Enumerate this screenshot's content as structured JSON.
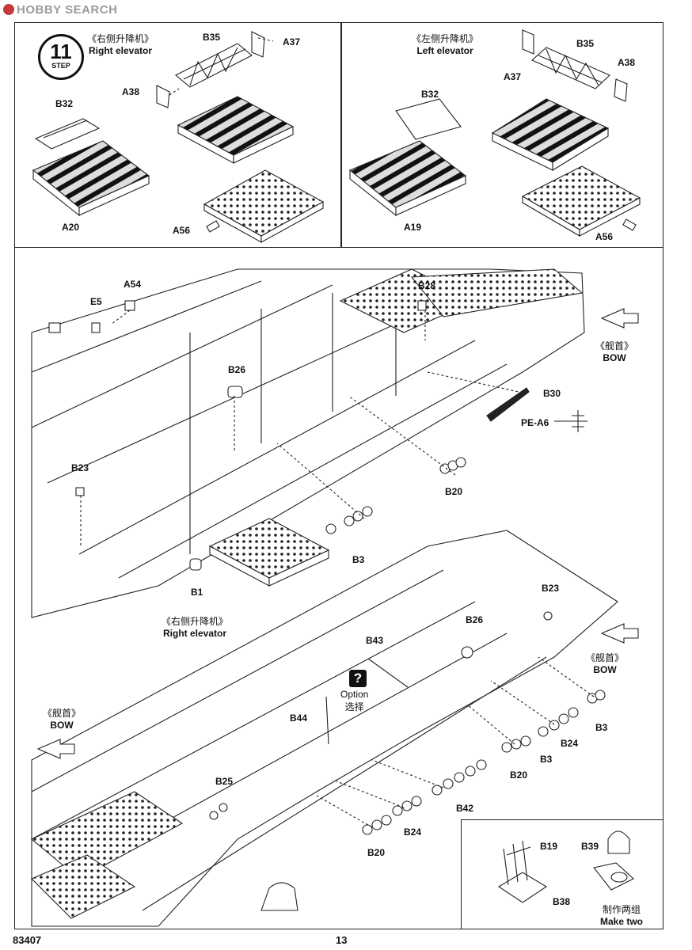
{
  "watermark": {
    "text": "HOBBY SEARCH"
  },
  "step": {
    "number": "11",
    "word": "STEP"
  },
  "panels": {
    "right_elevator": {
      "zh": "《右侧升降机》",
      "en": "Right elevator",
      "parts": {
        "b35": "B35",
        "a37": "A37",
        "a38": "A38",
        "b32": "B32",
        "a20": "A20",
        "a56": "A56"
      }
    },
    "left_elevator": {
      "zh": "《左侧升降机》",
      "en": "Left elevator",
      "parts": {
        "b35": "B35",
        "a37": "A37",
        "a38": "A38",
        "b32": "B32",
        "a19": "A19",
        "a56": "A56"
      }
    }
  },
  "upper_hull": {
    "parts": {
      "a54": "A54",
      "e5": "E5",
      "b28": "B28",
      "b26": "B26",
      "b30": "B30",
      "pe_a6": "PE-A6",
      "b23": "B23",
      "b20": "B20",
      "b3": "B3",
      "b1": "B1"
    },
    "bow": {
      "zh": "《舰首》",
      "en": "BOW"
    },
    "elevator": {
      "zh": "《右侧升降机》",
      "en": "Right elevator"
    }
  },
  "lower_hull": {
    "parts": {
      "b43": "B43",
      "b44": "B44",
      "b23": "B23",
      "b26": "B26",
      "b3a": "B3",
      "b24a": "B24",
      "b3b": "B3",
      "b20a": "B20",
      "b42": "B42",
      "b24b": "B24",
      "b20b": "B20",
      "b25": "B25"
    },
    "option": {
      "icon": "?",
      "en": "Option",
      "zh": "选择"
    },
    "bow_left": {
      "zh": "《舰首》",
      "en": "BOW"
    },
    "bow_right": {
      "zh": "《舰首》",
      "en": "BOW"
    }
  },
  "inset": {
    "parts": {
      "b19": "B19",
      "b38": "B38",
      "b39": "B39"
    },
    "note": {
      "zh": "制作两组",
      "en": "Make two"
    }
  },
  "footer": {
    "code": "83407",
    "page": "13"
  }
}
